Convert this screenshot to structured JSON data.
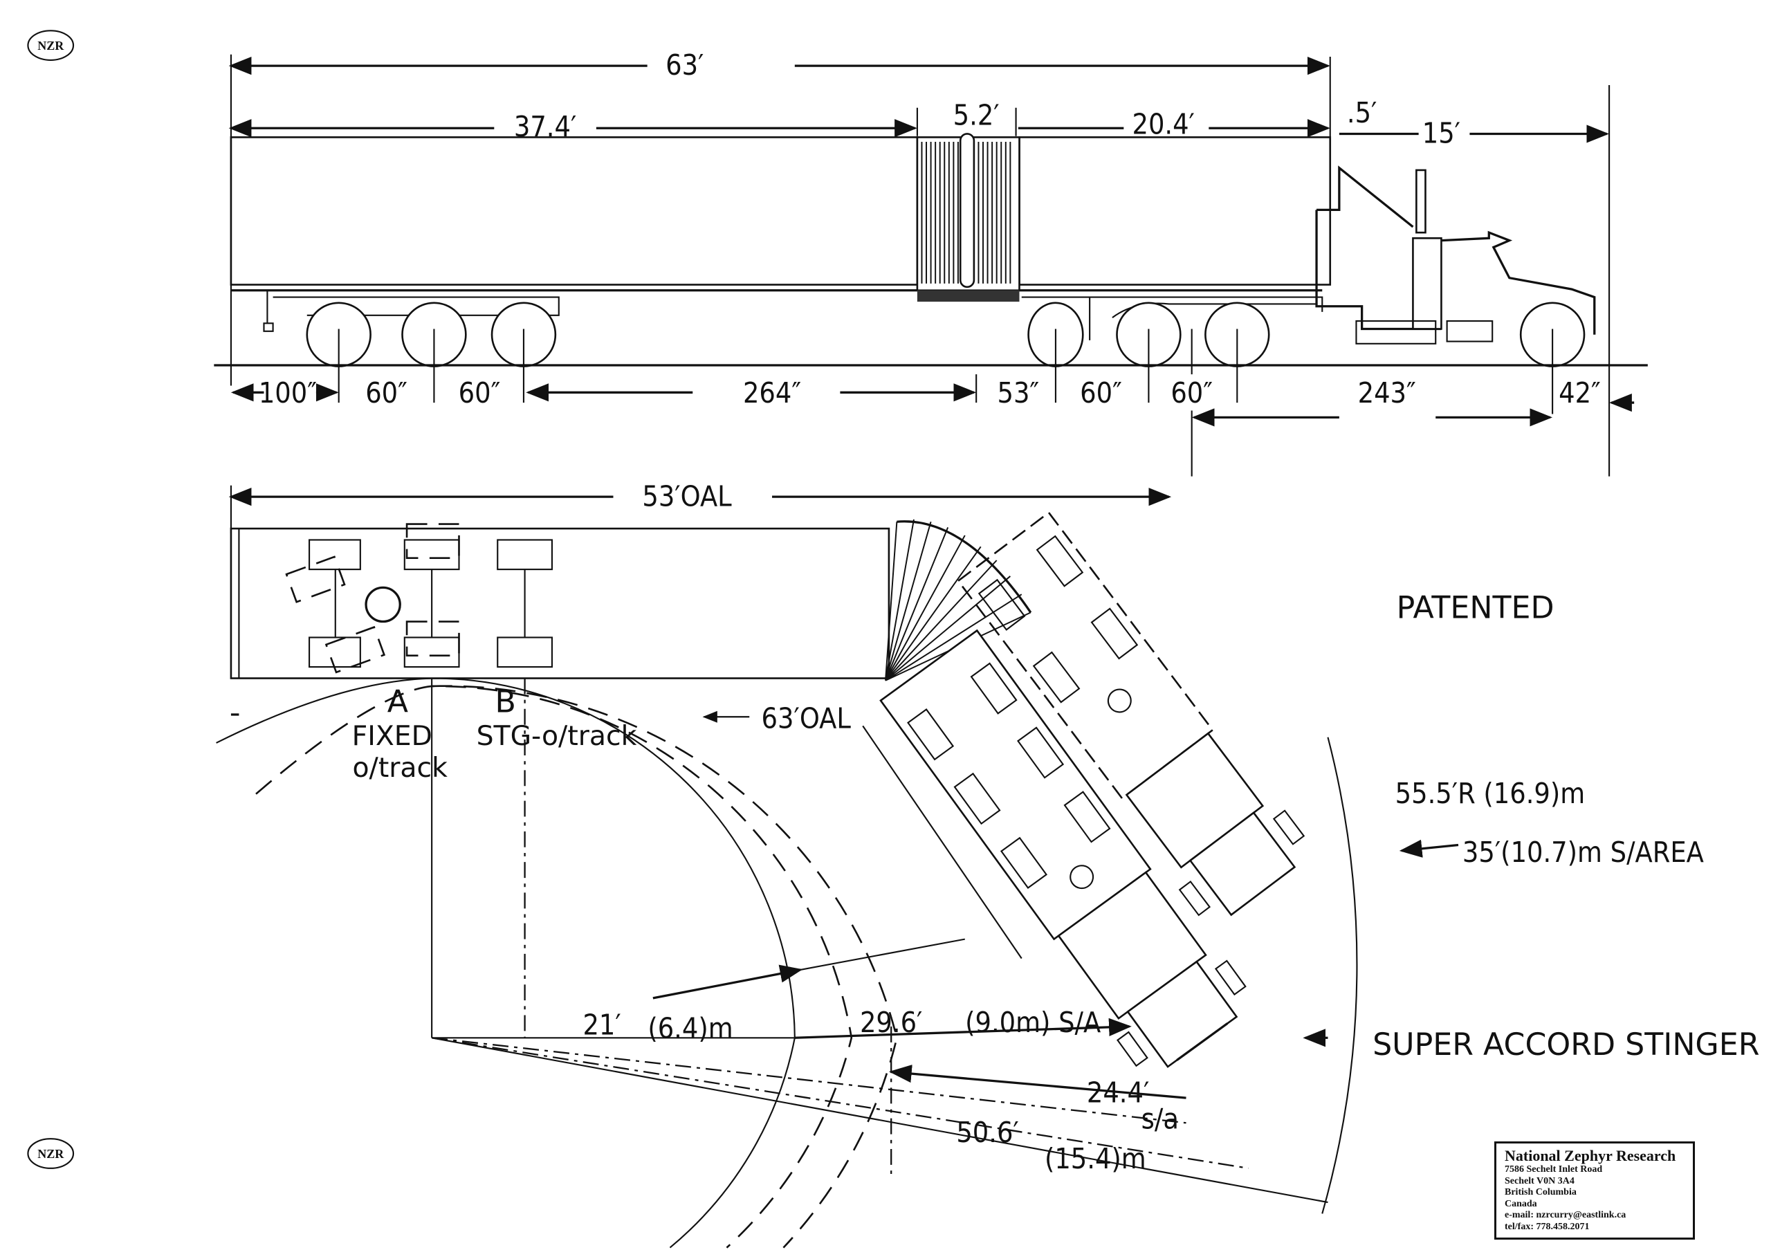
{
  "logo": {
    "text": "NZR"
  },
  "side_view": {
    "overall": "63′",
    "front_trailer": "37.4′",
    "bellows": "5.2′",
    "rear_trailer": "20.4′",
    "gap": ".5′",
    "tractor": "15′",
    "axle_dims": [
      "100″",
      "60″",
      "60″",
      "264″",
      "53″",
      "60″",
      "60″",
      "243″",
      "42″"
    ]
  },
  "plan_view": {
    "trailer_oal": "53′OAL",
    "combo_oal": "63′OAL",
    "label_a": "A",
    "label_b": "B",
    "fixed": "FIXED",
    "fixed_track": "o/track",
    "stg_track": "STG-o/track",
    "patented": "PATENTED",
    "outer_radius": "55.5′R  (16.9)m",
    "swept_area": "35′(10.7)m  S/AREA",
    "title": "SUPER ACCORD STINGER",
    "r21": "21′",
    "r21_m": "(6.4)m",
    "r29": "29.6′",
    "r29_m": "(9.0m) S/A",
    "r24": "24.4′",
    "r24_sa": "s/a",
    "r50": "50.6′",
    "r50_m": "(15.4)m"
  },
  "contact": {
    "name": "National Zephyr Research",
    "lines": [
      "7586 Sechelt Inlet Road",
      "Sechelt V0N 3A4",
      "British Columbia",
      "Canada",
      "e-mail: nzrcurry@eastlink.ca",
      "tel/fax: 778.458.2071"
    ]
  }
}
